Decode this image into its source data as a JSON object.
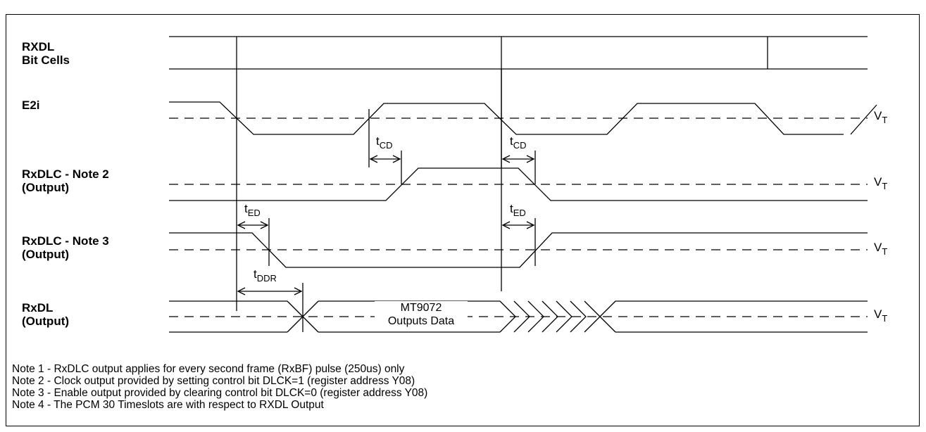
{
  "signals": {
    "rxdl_bits": [
      "RXDL",
      "Bit Cells"
    ],
    "e2i": "E2i",
    "rxdlc2": [
      "RxDLC - Note 2",
      "(Output)"
    ],
    "rxdlc3": [
      "RxDLC - Note 3",
      "(Output)"
    ],
    "rxdl": [
      "RxDL",
      "(Output)"
    ]
  },
  "threshold": {
    "base": "V",
    "sub": "T"
  },
  "timing": {
    "tcd": {
      "base": "t",
      "sub": "CD"
    },
    "ted": {
      "base": "t",
      "sub": "ED"
    },
    "tddr": {
      "base": "t",
      "sub": "DDR"
    }
  },
  "data_label": [
    "MT9072",
    "Outputs Data"
  ],
  "notes": [
    "Note 1 - RxDLC output applies for every second frame (RxBF) pulse (250us) only",
    "Note 2 - Clock output provided by setting control bit DLCK=1 (register address Y08)",
    "Note 3 - Enable output provided by clearing control bit DLCK=0 (register address Y08)",
    "Note 4 - The PCM 30 Timeslots are with respect to RXDL Output"
  ]
}
